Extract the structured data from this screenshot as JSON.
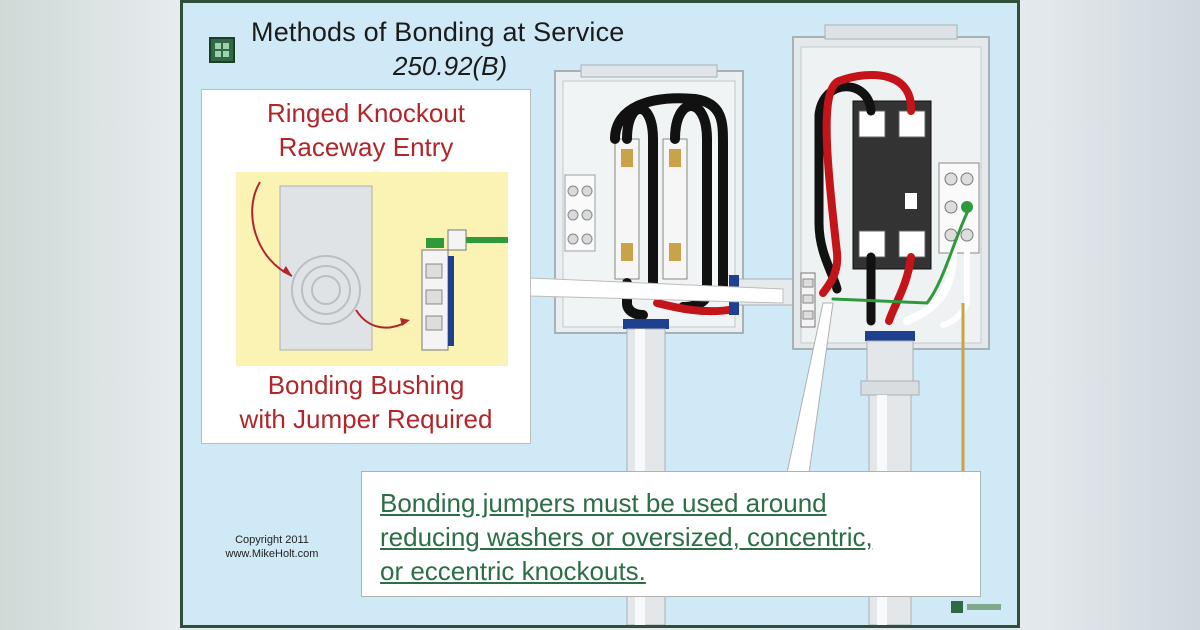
{
  "title": "Methods of Bonding at Service",
  "subtitle": "250.92(B)",
  "inset": {
    "top_label_line1": "Ringed Knockout",
    "top_label_line2": "Raceway Entry",
    "bottom_label_line1": "Bonding Bushing",
    "bottom_label_line2": "with Jumper Required"
  },
  "callout": {
    "line1": "Bonding jumpers must be used around",
    "line2": "reducing washers or oversized, concentric,",
    "line3": "or eccentric  knockouts."
  },
  "copyright": {
    "line1": "Copyright 2011",
    "line2": "www.MikeHolt.com"
  },
  "colors": {
    "slide_background": "#cfe9f7",
    "frame": "#2e4f3a",
    "label_red": "#b1262a",
    "callout_green": "#2c6e46",
    "inset_panel": "#fbf3b4",
    "wire_black": "#111111",
    "wire_red": "#c3141a",
    "wire_green": "#2e9a3c",
    "bushing_blue": "#1f3f8f"
  },
  "icons": {
    "logo": "mike-holt-logo-icon",
    "mini_logo": "mike-holt-mini-logo-icon"
  }
}
